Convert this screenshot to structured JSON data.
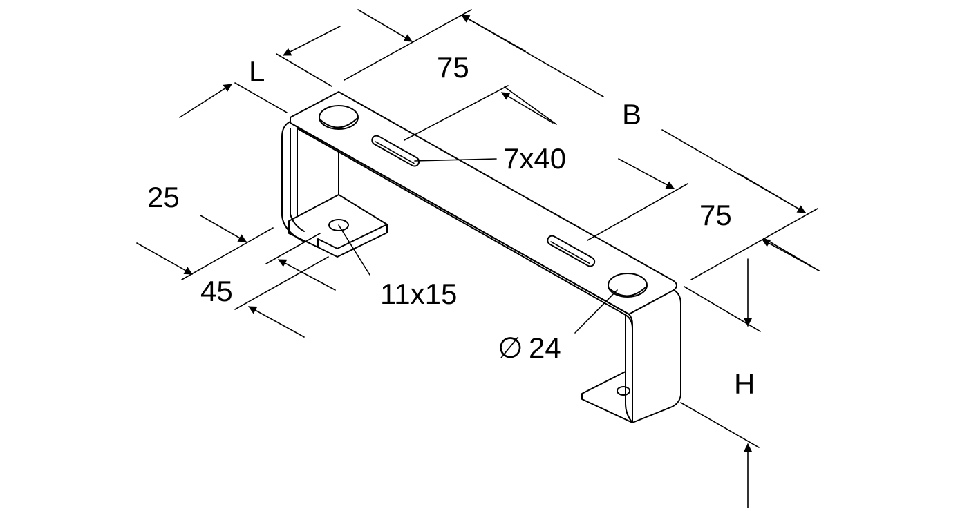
{
  "labels": {
    "L": "L",
    "top_75": "75",
    "B": "B",
    "slot": "7x40",
    "right_75": "75",
    "d25": "25",
    "d45": "45",
    "hole": "11x15",
    "diameter": "24",
    "diameter_symbol": "∅",
    "H": "H"
  },
  "colors": {
    "line": "#000000",
    "background": "#ffffff"
  }
}
